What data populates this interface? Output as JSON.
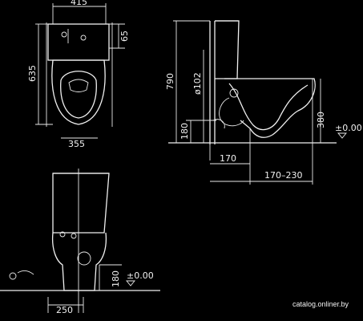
{
  "views": {
    "top": {
      "width_label": "415",
      "depth_label": "635",
      "tank_label": "65",
      "bowl_label": "355"
    },
    "side": {
      "height_label": "790",
      "inlet_label": "ø102",
      "rim_label": "380",
      "outlet_label": "180",
      "wall_label": "170",
      "range_label": "170–230",
      "floor_label": "±0.00"
    },
    "front": {
      "foot_label": "250",
      "outlet_label": "180",
      "floor_label": "±0.00"
    }
  },
  "watermark": "catalog.onliner.by"
}
